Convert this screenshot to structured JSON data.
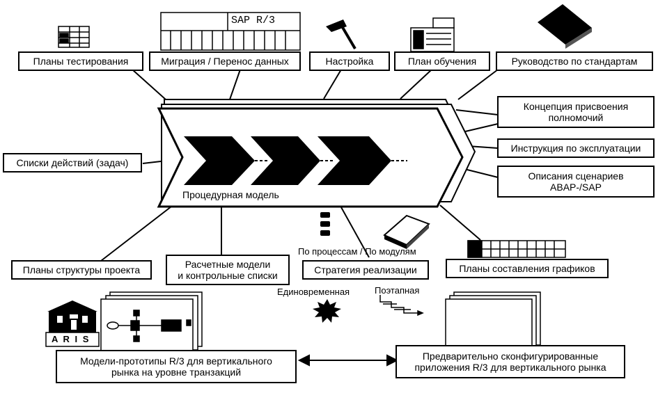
{
  "top_boxes": {
    "test_plans": "Планы тестирования",
    "migration": "Миграция / Перенос данных",
    "setup": "Настройка",
    "training": "План обучения",
    "standards": "Руководство по стандартам"
  },
  "right_boxes": {
    "authorization_line1": "Концепция присвоения",
    "authorization_line2": "полномочий",
    "operation": "Инструкция по эксплуатации",
    "scenarios_line1": "Описания сценариев",
    "scenarios_line2": "ABAP-/SAP"
  },
  "left_box": "Списки действий (задач)",
  "center": {
    "model_label": "Процедурная модель"
  },
  "bottom_boxes": {
    "structure_plans": "Планы структуры проекта",
    "calc_models_line1": "Расчетные модели",
    "calc_models_line2": "и контрольные списки",
    "strategy": "Стратегия реализации",
    "schedules": "Планы составления графиков",
    "prototypes_line1": "Модели-прототипы R/3 для вертикального",
    "prototypes_line2": "рынка на уровне транзакций",
    "preconfigured_line1": "Предварительно сконфигурированные",
    "preconfigured_line2": "приложения R/3 для вертикального рынка"
  },
  "labels": {
    "by_process": "По процессам / По модулям",
    "one_time": "Единовременная",
    "stepwise": "Поэтапная",
    "sap_r3": "SAP R/3",
    "aris": "A R I S"
  }
}
